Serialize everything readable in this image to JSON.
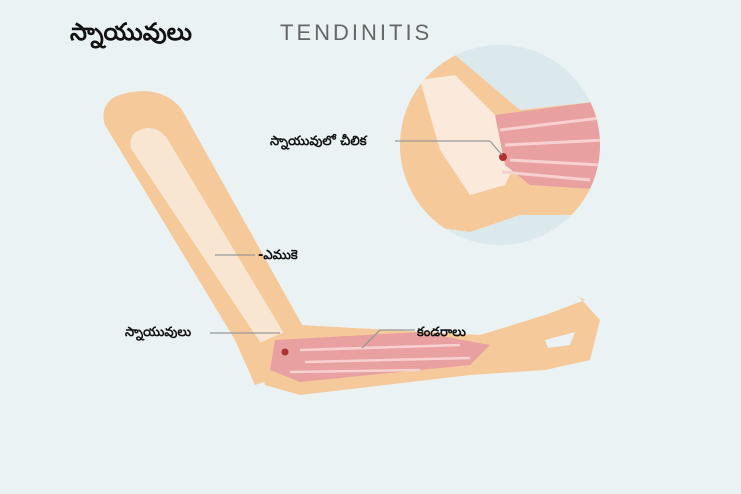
{
  "header": {
    "title_telugu": "స్నాయువులు",
    "title_english": "TENDINITIS"
  },
  "labels": {
    "tear_in_ligament": "స్నాయువులో చీలిక",
    "bone": "-ఎముకె",
    "ligaments": "స్నాయువులు",
    "tendons": "కండరాలు"
  },
  "colors": {
    "background": "#eaf2f4",
    "skin": "#f5c99a",
    "skin_dark": "#eebc88",
    "muscle": "#e8a0a0",
    "bone": "#f8e6d2",
    "inset_circle": "#dce9ec",
    "leader_line": "#999999",
    "injury": "#b03030"
  }
}
